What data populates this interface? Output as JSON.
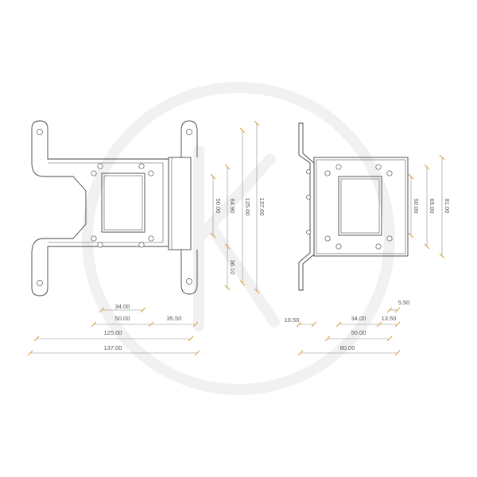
{
  "colors": {
    "line": "#444444",
    "dimension_line": "#8a8a8a",
    "tick": "#e0a040",
    "watermark": "#f1f1f1",
    "background": "#ffffff"
  },
  "front_view": {
    "dims": {
      "d34": "34.00",
      "d50": "50.00",
      "d35_5": "35.50",
      "d125": "125.00",
      "d137": "137.00",
      "v50": "50.00",
      "v64_9": "64.90",
      "v125": "125.00",
      "v137": "137.00",
      "v36_1": "36.10"
    }
  },
  "side_view": {
    "dims": {
      "d10_5": "10.50",
      "d34": "34.00",
      "d13_5": "13.50",
      "d5_5": "5.50",
      "d50": "50.00",
      "d80": "80.00",
      "v50": "50.00",
      "v65": "65.00",
      "v81": "81.00"
    }
  }
}
